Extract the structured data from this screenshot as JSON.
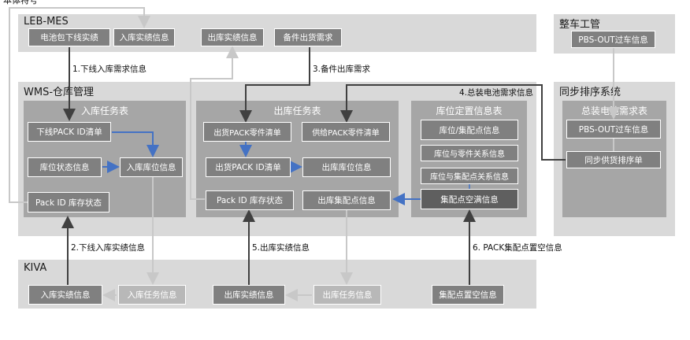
{
  "top_left_partial": "本体特号",
  "zones": {
    "leb": "LEB-MES",
    "wms": "WMS-仓库管理",
    "kiva": "KIVA",
    "vehicle": "整车工管",
    "sync": "同步排序系统"
  },
  "leb_boxes": {
    "pack_offline": "电池包下线实绩",
    "inbound_perf": "入库实绩信息",
    "outbound_perf": "出库实绩信息",
    "spare_demand": "备件出货需求"
  },
  "vehicle_box": "PBS-OUT过车信息",
  "panels": {
    "inbound": "入库任务表",
    "outbound": "出库任务表",
    "location": "库位定置信息表",
    "battery_demand": "总装电池需求表"
  },
  "inbound_boxes": {
    "offline_pack_id": "下线PACK ID清单",
    "location_status": "库位状态信息",
    "inbound_location": "入库库位信息",
    "pack_stock": "Pack ID 库存状态"
  },
  "outbound_boxes": {
    "ship_pack_parts": "出货PACK零件清单",
    "supply_pack_parts": "供给PACK零件清单",
    "ship_pack_id": "出货PACK ID清单",
    "outbound_location": "出库库位信息",
    "pack_stock": "Pack ID 库存状态",
    "outbound_assembly": "出库集配点信息"
  },
  "location_boxes": {
    "loc_assembly": "库位/集配点信息",
    "loc_parts": "库位与零件关系信息",
    "loc_assembly_rel": "库位与集配点关系信息",
    "assembly_empty": "集配点空满信息"
  },
  "sync_boxes": {
    "pbs_out": "PBS-OUT过车信息",
    "sync_sheet": "同步供货排序单"
  },
  "kiva_boxes": {
    "in_perf": "入库实绩信息",
    "in_task": "入库任务信息",
    "out_perf": "出库实绩信息",
    "out_task": "出库任务信息",
    "empty_point": "集配点置空信息"
  },
  "flows": {
    "f1": "1.下线入库需求信息",
    "f2": "2.下线入库实绩信息",
    "f3": "3.备件出库需求",
    "f4": "4.总装电池需求信息",
    "f5": "5.出库实绩信息",
    "f6": "6. PACK集配点置空信息"
  },
  "colors": {
    "zone": "#d9d9d9",
    "panel": "#a6a6a6",
    "box": "#808080",
    "dark_box": "#5f5f5f",
    "dark_arrow": "#404040",
    "light_arrow": "#c8c8c8",
    "blue_arrow": "#4472c4"
  }
}
